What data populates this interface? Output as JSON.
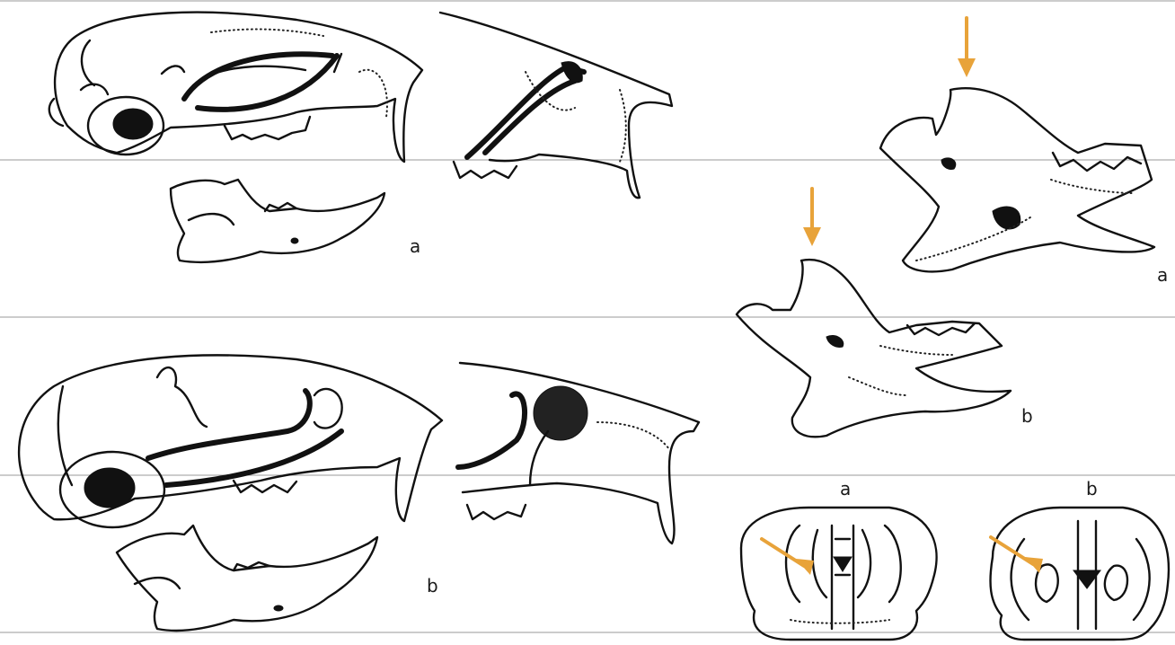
{
  "labels": {
    "skull_top": "a",
    "skull_bottom": "b",
    "jaw_top": "a",
    "jaw_bottom": "b",
    "front_left": "a",
    "front_right": "b"
  },
  "colors": {
    "ink": "#111111",
    "accent_arrow": "#e8a33a",
    "scan_lines": "#9a9a9a"
  }
}
